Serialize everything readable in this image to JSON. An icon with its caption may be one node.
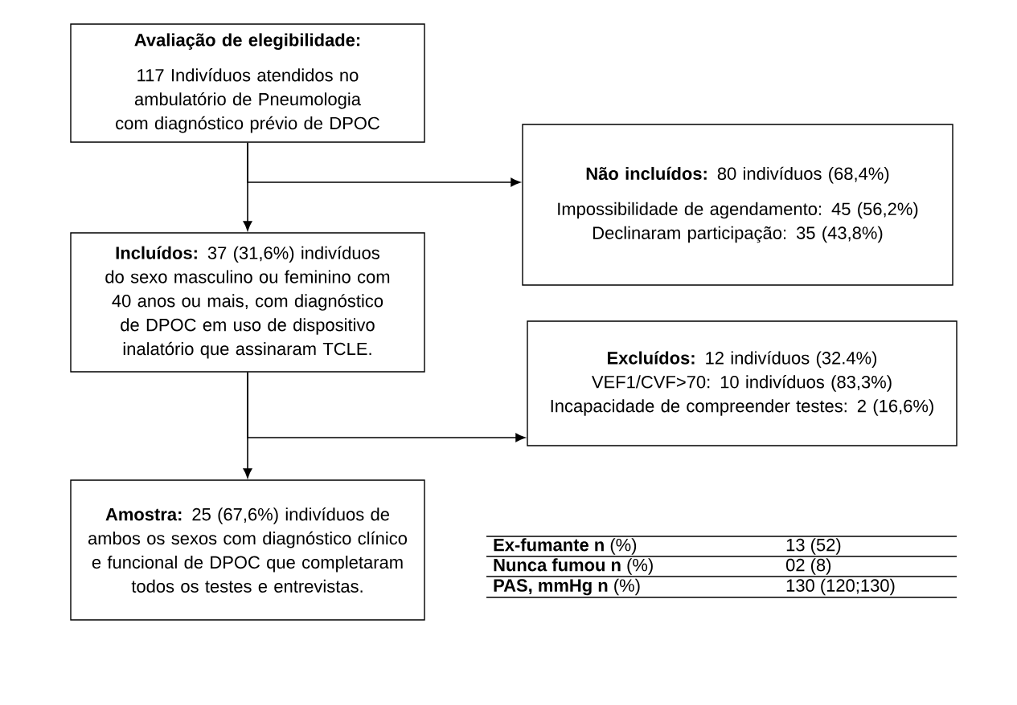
{
  "diagram": {
    "nodes": [
      {
        "text": [
          "Avaliação de elegibilidade:",
          "117 Indivíduos atendidos no ambulatório de Pneumologia com diagnóstico prévio de DPOC"
        ]
      },
      {
        "text": [
          "**Não incluídos:** 80 indivíduos (68,4%)",
          "Impossibilidade de agendamento: 45 (56,2%)",
          "Declinaram participação: 35 (43,8%)"
        ]
      },
      {
        "text": [
          "**Incluídos:** 37 (31,6%) indivíduos do sexo masculino ou feminino com 40 anos ou mais, com diagnóstico de DPOC em uso de dispositivo inalatório que assinaram TCLE."
        ]
      },
      {
        "text": [
          "**Excluídos:** 12 indivíduos (32.4%)",
          "VEF1/CVF>70: 10 indivíduos (83,3%)",
          "Incapacidade de compreender testes: 2 (16,6%)"
        ]
      },
      {
        "text": [
          "**Amostra:** 25 (67,6%) indivíduos de ambos os sexos com diagnóstico clínico e funcional de DPOC que completaram todos os testes e entrevistas."
        ]
      }
    ],
    "edges": [
      {
        "from": 0,
        "to": 2,
        "arrow": "to"
      },
      {
        "from": 0,
        "to": 1,
        "arrow": "to"
      },
      {
        "from": 2,
        "to": 4,
        "arrow": "to"
      },
      {
        "from": 2,
        "to": 3,
        "arrow": "to"
      }
    ],
    "labels": [
      "**Ex-fumante n** (%)",
      "13 (52)",
      "**Nunca fumou n** (%)",
      "02 (8)",
      "**PAS, mmHg n** (%)",
      "130 (120;130)"
    ]
  }
}
